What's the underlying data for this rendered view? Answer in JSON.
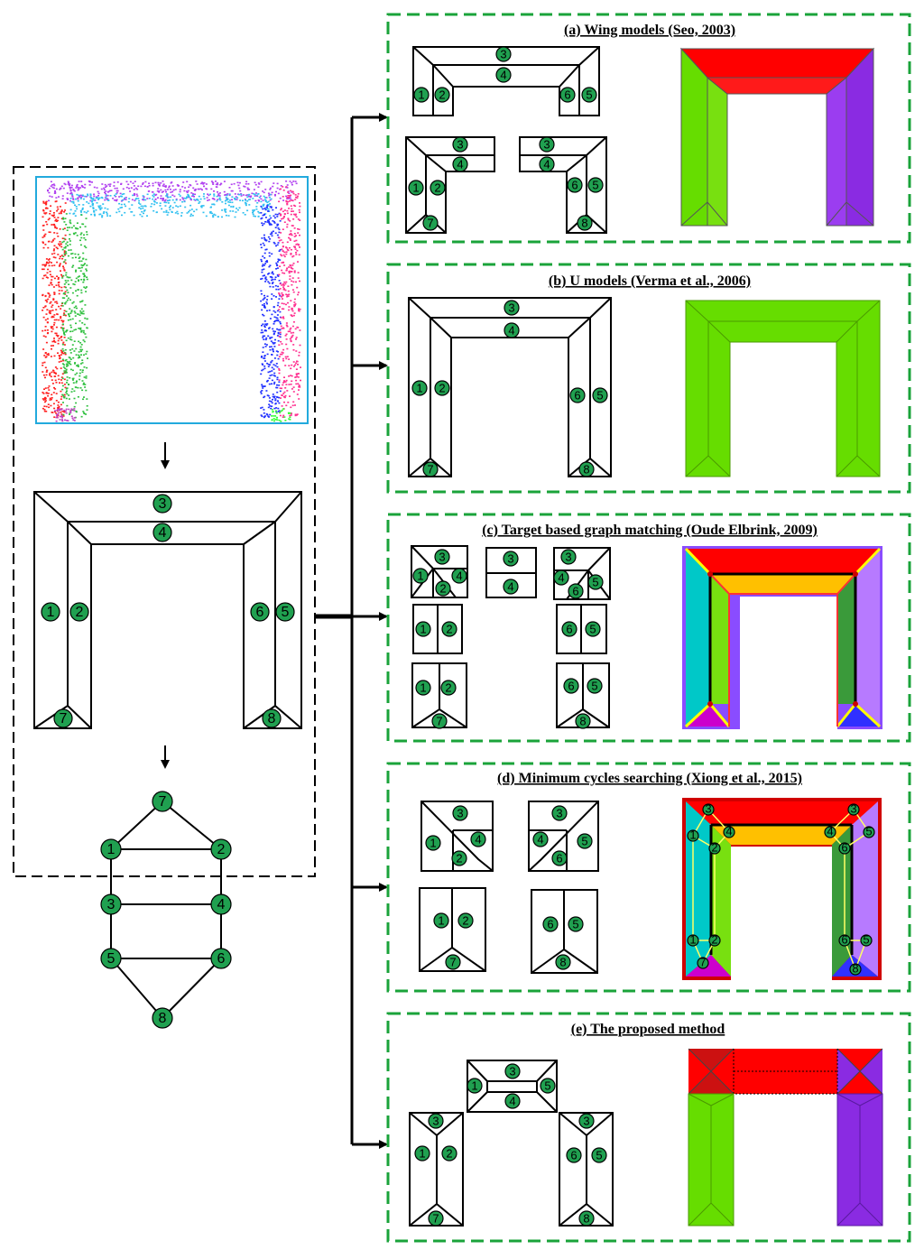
{
  "panels": {
    "a": {
      "title": "(a) Wing models (Seo, 2003)"
    },
    "b": {
      "title": "(b) U models (Verma et al., 2006)"
    },
    "c": {
      "title": "(c) Target based graph matching (Oude Elbrink, 2009)"
    },
    "d": {
      "title": "(d) Minimum cycles searching (Xiong et al., 2015)"
    },
    "e": {
      "title": "(e) The proposed method"
    }
  },
  "graph": {
    "nodes": [
      "1",
      "2",
      "3",
      "4",
      "5",
      "6",
      "7",
      "8"
    ],
    "edges": [
      [
        "7",
        "1"
      ],
      [
        "7",
        "2"
      ],
      [
        "1",
        "2"
      ],
      [
        "1",
        "3"
      ],
      [
        "2",
        "4"
      ],
      [
        "3",
        "4"
      ],
      [
        "3",
        "5"
      ],
      [
        "4",
        "6"
      ],
      [
        "5",
        "6"
      ],
      [
        "5",
        "8"
      ],
      [
        "6",
        "8"
      ]
    ]
  },
  "colors": {
    "green": "#1aa33a",
    "node_fill": "#20a050",
    "red": "#ff0000",
    "lime": "#66dd00",
    "purple": "#8a2be2",
    "orange": "#ffc000",
    "cyan": "#00c8c8",
    "lilac": "#b77aff",
    "dark_green": "#3a9a3a",
    "magenta": "#cc00cc",
    "blue": "#3030ff",
    "yellow": "#ffff00"
  }
}
